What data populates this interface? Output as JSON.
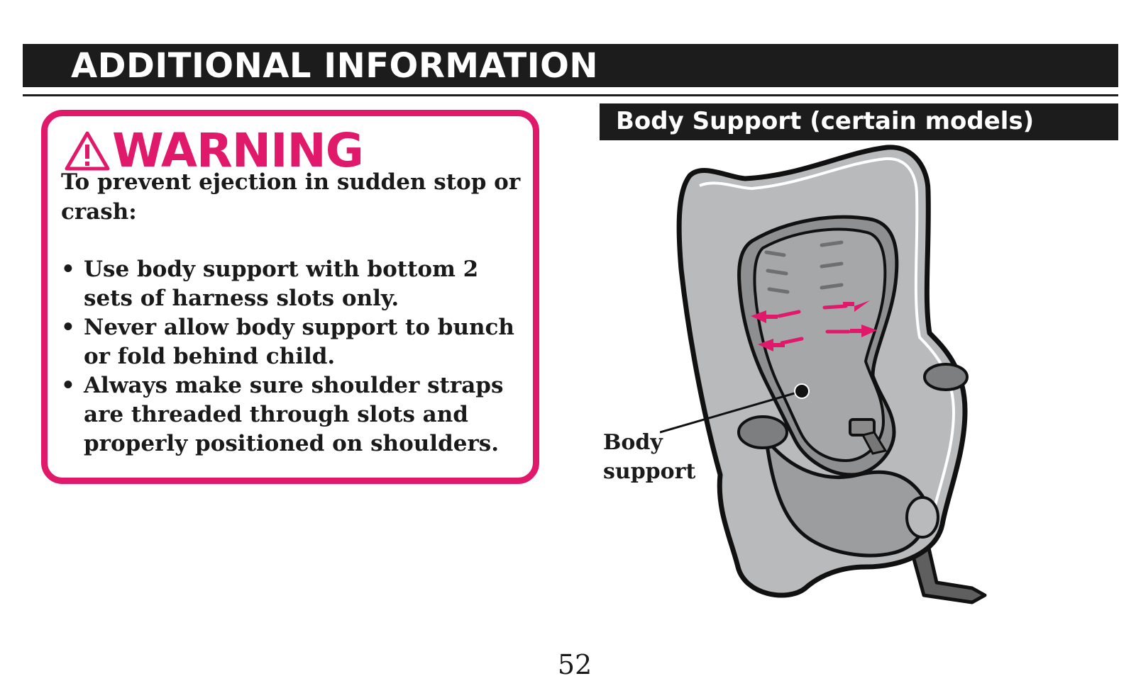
{
  "header": {
    "title": "ADDITIONAL INFORMATION"
  },
  "warning": {
    "icon": "warning-triangle-icon",
    "heading": "WARNING",
    "lead": "To prevent ejection in sudden stop or crash:",
    "bullet_symbol": "•",
    "items": [
      "Use body support with bottom 2 sets of harness slots only.",
      "Never allow body support to bunch or fold behind child.",
      "Always make sure shoulder straps are threaded through slots and properly positioned on shoulders."
    ],
    "accent_color": "#e0196b"
  },
  "section": {
    "title": "Body Support (certain models)"
  },
  "figure": {
    "subject": "car-seat-illustration",
    "callout_label": "Body support",
    "arrow_color": "#e0196b"
  },
  "page": {
    "number": "52"
  }
}
